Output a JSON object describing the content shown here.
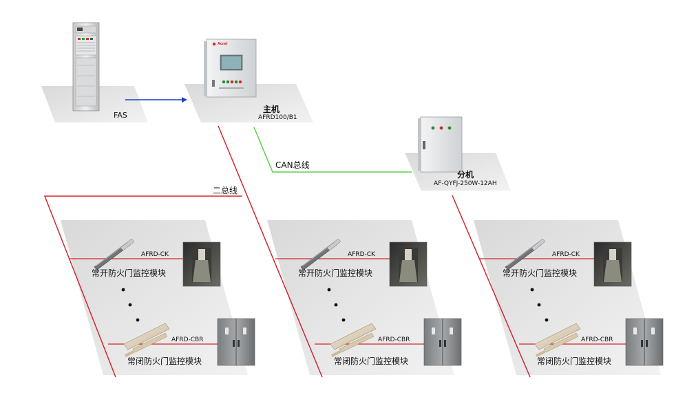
{
  "fas": {
    "label": "FAS"
  },
  "host": {
    "name": "主机",
    "model": "AFRD100/B1",
    "brand": "Acrel"
  },
  "slave": {
    "name": "分机",
    "model": "AF-QYFJ-250W-12AH"
  },
  "buses": {
    "can": "CAN总线",
    "two_wire": "二总线"
  },
  "modules": [
    {
      "open_model": "AFRD-CK",
      "open_name": "常开防火门监控模块",
      "closed_model": "AFRD-CBR",
      "closed_name": "常闭防火门监控模块"
    },
    {
      "open_model": "AFRD-CK",
      "open_name": "常开防火门监控模块",
      "closed_model": "AFRD-CBR",
      "closed_name": "常闭防火门监控模块"
    },
    {
      "open_model": "AFRD-CK",
      "open_name": "常开防火门监控模块",
      "closed_model": "AFRD-CBR",
      "closed_name": "常闭防火门监控模块"
    }
  ],
  "colors": {
    "red_bus": "#d0282d",
    "can_bus": "#5cd04a",
    "arrow": "#1f3fbf",
    "platform": "#e2e2e2"
  }
}
